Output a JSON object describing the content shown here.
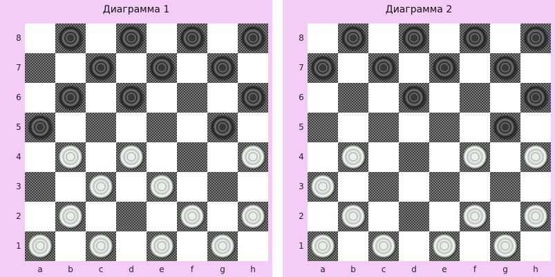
{
  "files": [
    "a",
    "b",
    "c",
    "d",
    "e",
    "f",
    "g",
    "h"
  ],
  "ranks": [
    "8",
    "7",
    "6",
    "5",
    "4",
    "3",
    "2",
    "1"
  ],
  "colors": {
    "background": "#f4cdf6",
    "light_square": "#ffffff",
    "dark_square": "#3a3a3a"
  },
  "diagrams": [
    {
      "title": "Диаграмма 1",
      "black": [
        "b8",
        "d8",
        "f8",
        "h8",
        "c7",
        "e7",
        "g7",
        "b6",
        "d6",
        "h6",
        "a5",
        "g5"
      ],
      "white": [
        "b4",
        "d4",
        "h4",
        "c3",
        "e3",
        "b2",
        "f2",
        "h2",
        "a1",
        "c1",
        "e1",
        "g1"
      ]
    },
    {
      "title": "Диаграмма 2",
      "black": [
        "b8",
        "d8",
        "f8",
        "h8",
        "a7",
        "c7",
        "e7",
        "g7",
        "d6",
        "h6",
        "g5"
      ],
      "white": [
        "b4",
        "f4",
        "h4",
        "a3",
        "b2",
        "f2",
        "h2",
        "a1",
        "c1",
        "e1",
        "g1"
      ]
    }
  ]
}
